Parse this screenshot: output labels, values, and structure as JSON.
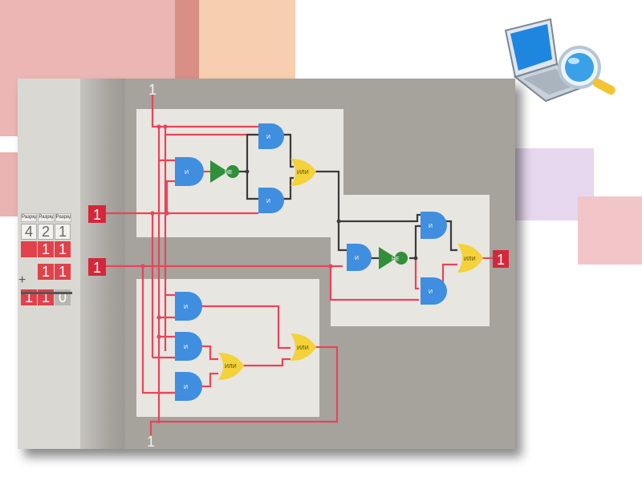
{
  "table": {
    "headers": [
      "Разряд",
      "Разряд",
      "Разряд"
    ],
    "place_values": [
      "4",
      "2",
      "1"
    ],
    "addend1": [
      "1",
      "1"
    ],
    "operator": "+",
    "addend2": [
      "1",
      "1"
    ],
    "sum": [
      "1",
      "1",
      "0"
    ]
  },
  "inputs": {
    "a": "1",
    "b": "1",
    "top": "1",
    "bottom": "1"
  },
  "output": "1",
  "gates": {
    "and": "И",
    "not": "НЕ",
    "or": "ИЛИ"
  },
  "colors": {
    "wire_red": "#e8445a",
    "wire_dark": "#3b3b3b",
    "and_gate": "#3f8ee0",
    "not_gate": "#2f8f3a",
    "or_gate": "#f3d23a",
    "input_box": "#d4283a"
  },
  "icons": [
    "laptop-magnifier-icon"
  ]
}
